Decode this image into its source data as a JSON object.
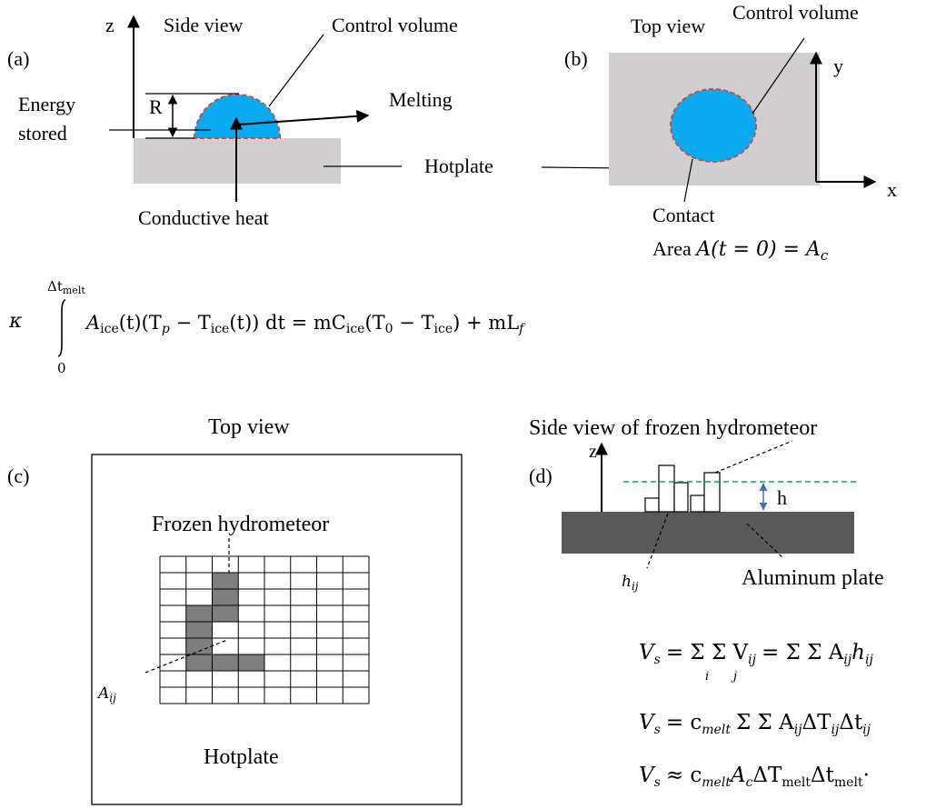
{
  "panel_a": {
    "letter": "(a)",
    "title": "Side view",
    "axis_z": "z",
    "radius": "R",
    "energy_line1": "Energy",
    "energy_line2": "stored",
    "control_volume": "Control volume",
    "melting": "Melting",
    "hotplate": "Hotplate",
    "conductive_heat": "Conductive heat",
    "colors": {
      "droplet": "#0aaaf0",
      "outline": "#c0504d",
      "plate": "#d0cece"
    }
  },
  "panel_b": {
    "letter": "(b)",
    "title": "Top view",
    "control_volume": "Control volume",
    "axis_y": "y",
    "axis_x": "x",
    "contact_line1": "Contact",
    "contact_line2_prefix": "Area ",
    "contact_formula": "A(t = 0) = A",
    "contact_sub": "c"
  },
  "energy_equation": {
    "kappa": "κ",
    "upper_limit": "Δt",
    "upper_limit_sub": "melt",
    "lower_limit": "0",
    "integrand": "A",
    "integrand_sub": "ice",
    "text_1": "(t)(T",
    "text_1_sub": "p",
    "text_2": " − T",
    "text_2_sub": "ice",
    "text_3": "(t)) dt = mC",
    "text_3_sub": "ice",
    "text_4": "(T",
    "text_4_sub": "0",
    "text_5": " − T",
    "text_5_sub": "ice",
    "text_6": ") + mL",
    "text_6_sub": "f"
  },
  "panel_c": {
    "letter": "(c)",
    "title": "Top view",
    "frozen": "Frozen hydrometeor",
    "area_label": "A",
    "area_sub": "ij",
    "hotplate": "Hotplate",
    "grid_color": "#7f7f7f"
  },
  "panel_d": {
    "letter": "(d)",
    "title": "Side view of frozen hydrometeor",
    "axis_z": "z",
    "height": "h",
    "column_label": "h",
    "column_sub": "ij",
    "plate": "Aluminum plate",
    "plate_color": "#595959",
    "level_color": "#00b050",
    "arrow_color": "#4472c4"
  },
  "volume_equations": {
    "eq1_lhs": "V",
    "eq1_lhs_sub": "s",
    "eq1_mid": "= Σ Σ V",
    "eq1_mid_sub": "ij",
    "eq1_rhs": "= Σ Σ A",
    "eq1_rhs_sub": "ij",
    "eq1_rhs_tail": "h",
    "eq1_rhs_tail_sub": "ij",
    "eq2_lhs": "V",
    "eq2_lhs_sub": "s",
    "eq2_c": "= c",
    "eq2_c_sub": "melt",
    "eq2_sums": "Σ Σ A",
    "eq2_sums_sub": "ij",
    "eq2_dt": "ΔT",
    "eq2_dt_sub": "ij",
    "eq2_dtime": "Δt",
    "eq2_dtime_sub": "ij",
    "eq3_lhs": "V",
    "eq3_lhs_sub": "s",
    "eq3_c": "≈ c",
    "eq3_c_sub": "melt",
    "eq3_a": "A",
    "eq3_a_sub": "c",
    "eq3_dt": "ΔT",
    "eq3_dt_sub": "melt",
    "eq3_dtime": "Δt",
    "eq3_dtime_sub": "melt",
    "eq3_end": "·",
    "index_i": "i",
    "index_j": "j"
  }
}
